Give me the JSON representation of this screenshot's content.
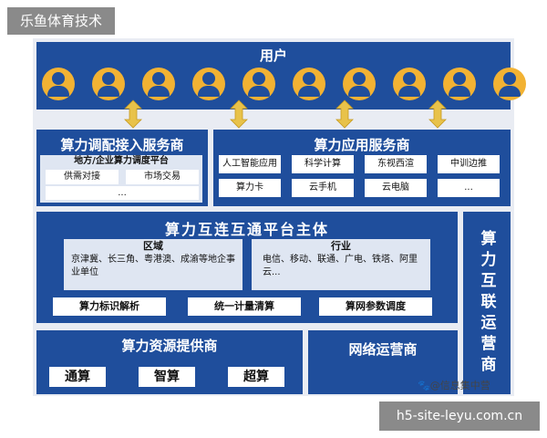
{
  "brand": {
    "label": "乐鱼体育技术"
  },
  "users": {
    "title": "用户",
    "count": 10
  },
  "access_provider": {
    "title": "算力调配接入服务商",
    "platform": "地方/企业算力调度平台",
    "items": [
      "供需对接",
      "市场交易",
      "..."
    ]
  },
  "app_provider": {
    "title": "算力应用服务商",
    "items": [
      "人工智能应用",
      "科学计算",
      "东视西渲",
      "中训边推",
      "算力卡",
      "云手机",
      "云电脑",
      "..."
    ]
  },
  "platform_main": {
    "title": "算力互连互通平台主体",
    "region": {
      "title": "区域",
      "text": "京津冀、长三角、粤港澳、成渝等地企事业单位"
    },
    "industry": {
      "title": "行业",
      "text": "电信、移动、联通、广电、铁塔、阿里云..."
    },
    "functions": [
      "算力标识解析",
      "统一计量清算",
      "算网参数调度"
    ]
  },
  "interconnect_operator": {
    "title": "算力互联运营商"
  },
  "resource_provider": {
    "title": "算力资源提供商",
    "items": [
      "通算",
      "智算",
      "超算"
    ]
  },
  "network_operator": {
    "title": "网络运营商"
  },
  "watermark": {
    "text": "@信息集中营"
  },
  "site": {
    "label": "h5-site-leyu.com.cn"
  },
  "colors": {
    "primary": "#1f4e9c",
    "avatar": "#f2b233",
    "arrow": "#e8c24a",
    "frame": "#e9ecf3"
  }
}
